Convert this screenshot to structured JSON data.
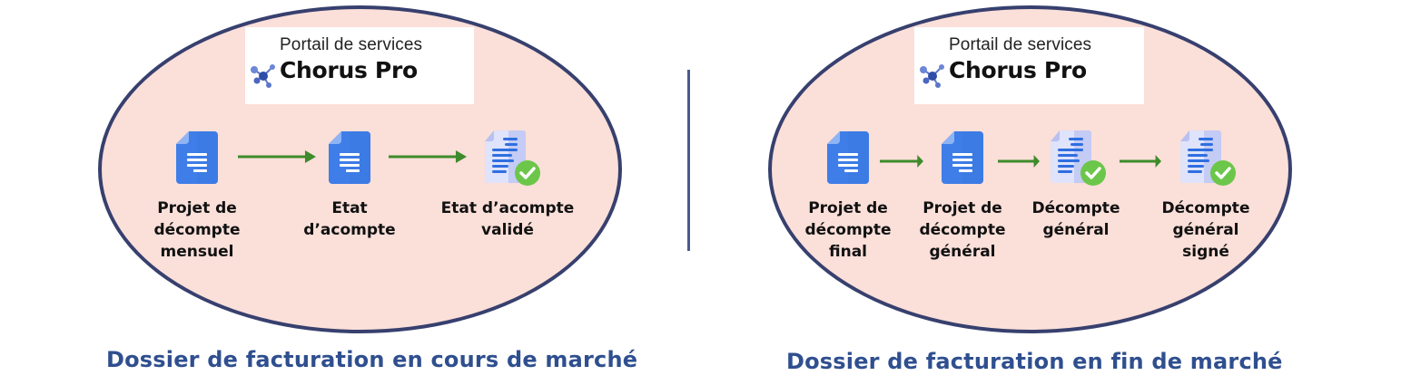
{
  "colors": {
    "ellipse_fill": "#fbdfd9",
    "ellipse_stroke": "#37406e",
    "arrow": "#3d8b2a",
    "doc_blue": "#3f7ee8",
    "check_green": "#6cc64a",
    "caption": "#2f4f8f",
    "divider": "#4a5a8c"
  },
  "panels": [
    {
      "logo": {
        "subtitle": "Portail de services",
        "name": "Chorus Pro",
        "icon": "chorus-pro-network-icon"
      },
      "steps": [
        {
          "label": "Projet de\ndécompte\nmensuel",
          "icon": "document-icon"
        },
        {
          "label": "Etat\nd’acompte",
          "icon": "document-icon"
        },
        {
          "label": "Etat d’acompte\nvalidé",
          "icon": "document-validated-icon"
        }
      ],
      "caption": "Dossier de facturation en cours de marché"
    },
    {
      "logo": {
        "subtitle": "Portail de services",
        "name": "Chorus Pro",
        "icon": "chorus-pro-network-icon"
      },
      "steps": [
        {
          "label": "Projet de\ndécompte\nfinal",
          "icon": "document-icon"
        },
        {
          "label": "Projet de\ndécompte\ngénéral",
          "icon": "document-icon"
        },
        {
          "label": "Décompte\ngénéral",
          "icon": "document-validated-icon"
        },
        {
          "label": "Décompte\ngénéral\nsigné",
          "icon": "document-validated-icon"
        }
      ],
      "caption": "Dossier de facturation en fin de marché"
    }
  ]
}
